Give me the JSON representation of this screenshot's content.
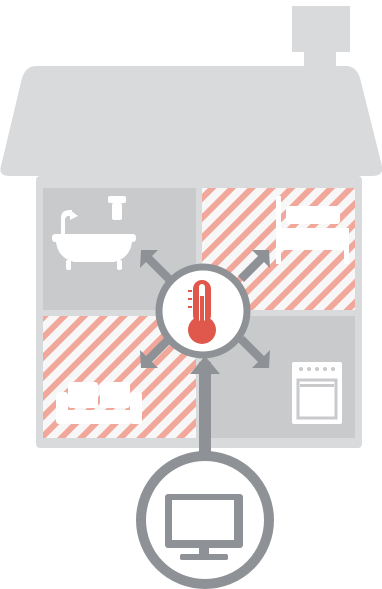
{
  "illustration": {
    "subject": "smart-home-thermostat",
    "colors": {
      "house_gray": "#d9dadb",
      "room_gray": "#c9cacc",
      "hatch_light": "#f7f7f7",
      "hatch_red": "#f2a79b",
      "connector_gray": "#8e9296",
      "outline_gray": "#8e9296",
      "thermo_red": "#e0574b",
      "white": "#ffffff"
    },
    "rooms": [
      {
        "name": "bathroom",
        "state": "not-heated",
        "icon": "bathtub-icon"
      },
      {
        "name": "bedroom",
        "state": "heated",
        "icon": "bed-icon"
      },
      {
        "name": "living-room",
        "state": "heated",
        "icon": "sofa-icon"
      },
      {
        "name": "kitchen",
        "state": "not-heated",
        "icon": "oven-icon"
      }
    ],
    "hub_icon": "thermometer-icon",
    "device_icon": "monitor-icon"
  }
}
